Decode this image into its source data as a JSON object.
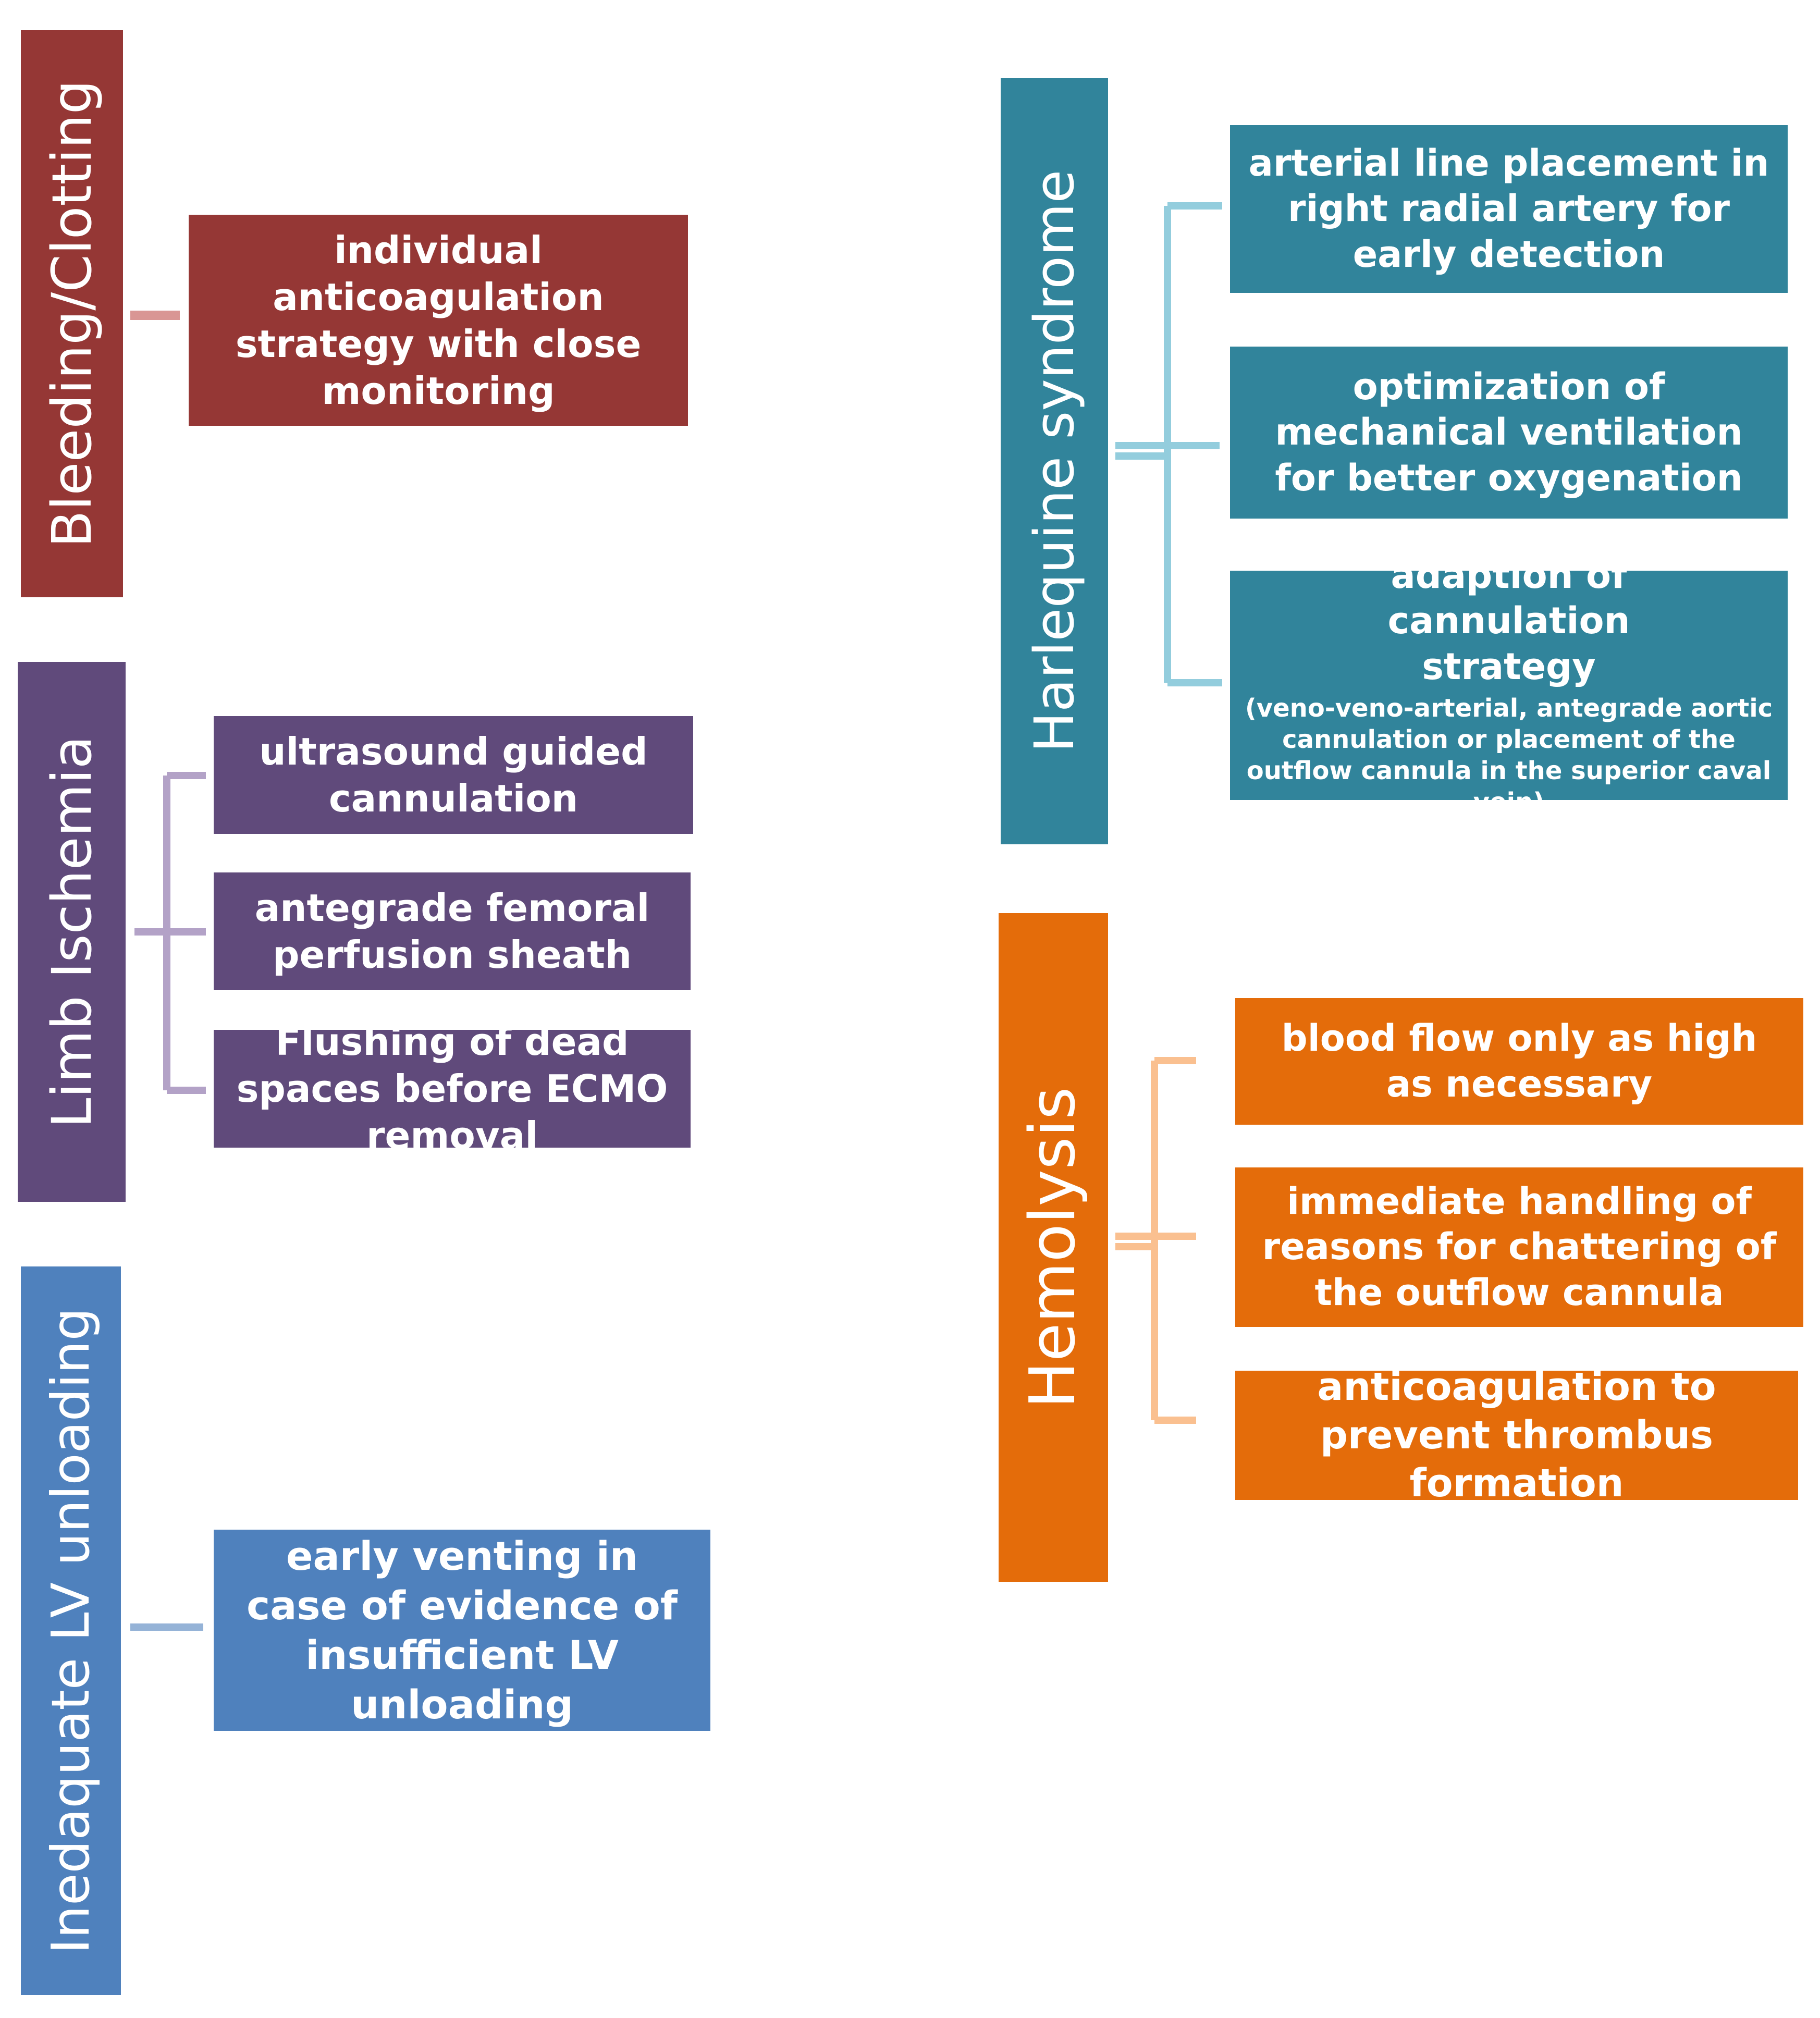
{
  "colors": {
    "bleeding": "#953735",
    "limb": "#604a7b",
    "lv": "#4f81bd",
    "harlequine": "#31849b",
    "hemolysis": "#e46c0a",
    "bleeding_line": "#d99694",
    "limb_line": "#b3a2c7",
    "lv_line": "#95b3d7",
    "harlequine_line": "#93cddd",
    "hemolysis_line": "#fac090"
  },
  "categories": {
    "bleeding": {
      "label": "Bleeding/Clotting",
      "items": [
        "individual anticoagulation strategy with close monitoring"
      ]
    },
    "limb": {
      "label": "Limb Ischemia",
      "items": [
        "ultrasound guided cannulation",
        "antegrade femoral perfusion sheath",
        "Flushing of dead spaces before ECMO removal"
      ]
    },
    "lv": {
      "label": "Inedaquate LV unloading",
      "items": [
        "early venting in case of evidence of insufficient LV unloading"
      ]
    },
    "harlequine": {
      "label": "Harlequine syndrome",
      "items": [
        "arterial line placement in right radial artery for early detection",
        "optimization of mechanical ventilation for better oxygenation"
      ],
      "item3_main": "adaption of cannulation strategy",
      "item3_sub": "(veno-veno-arterial, antegrade aortic cannulation or placement of the outflow cannula in the superior caval vein)"
    },
    "hemolysis": {
      "label": "Hemolysis",
      "items": [
        "blood flow only as high as necessary",
        "immediate handling of reasons for chattering of the outflow cannula",
        "anticoagulation to prevent thrombus formation"
      ]
    }
  }
}
